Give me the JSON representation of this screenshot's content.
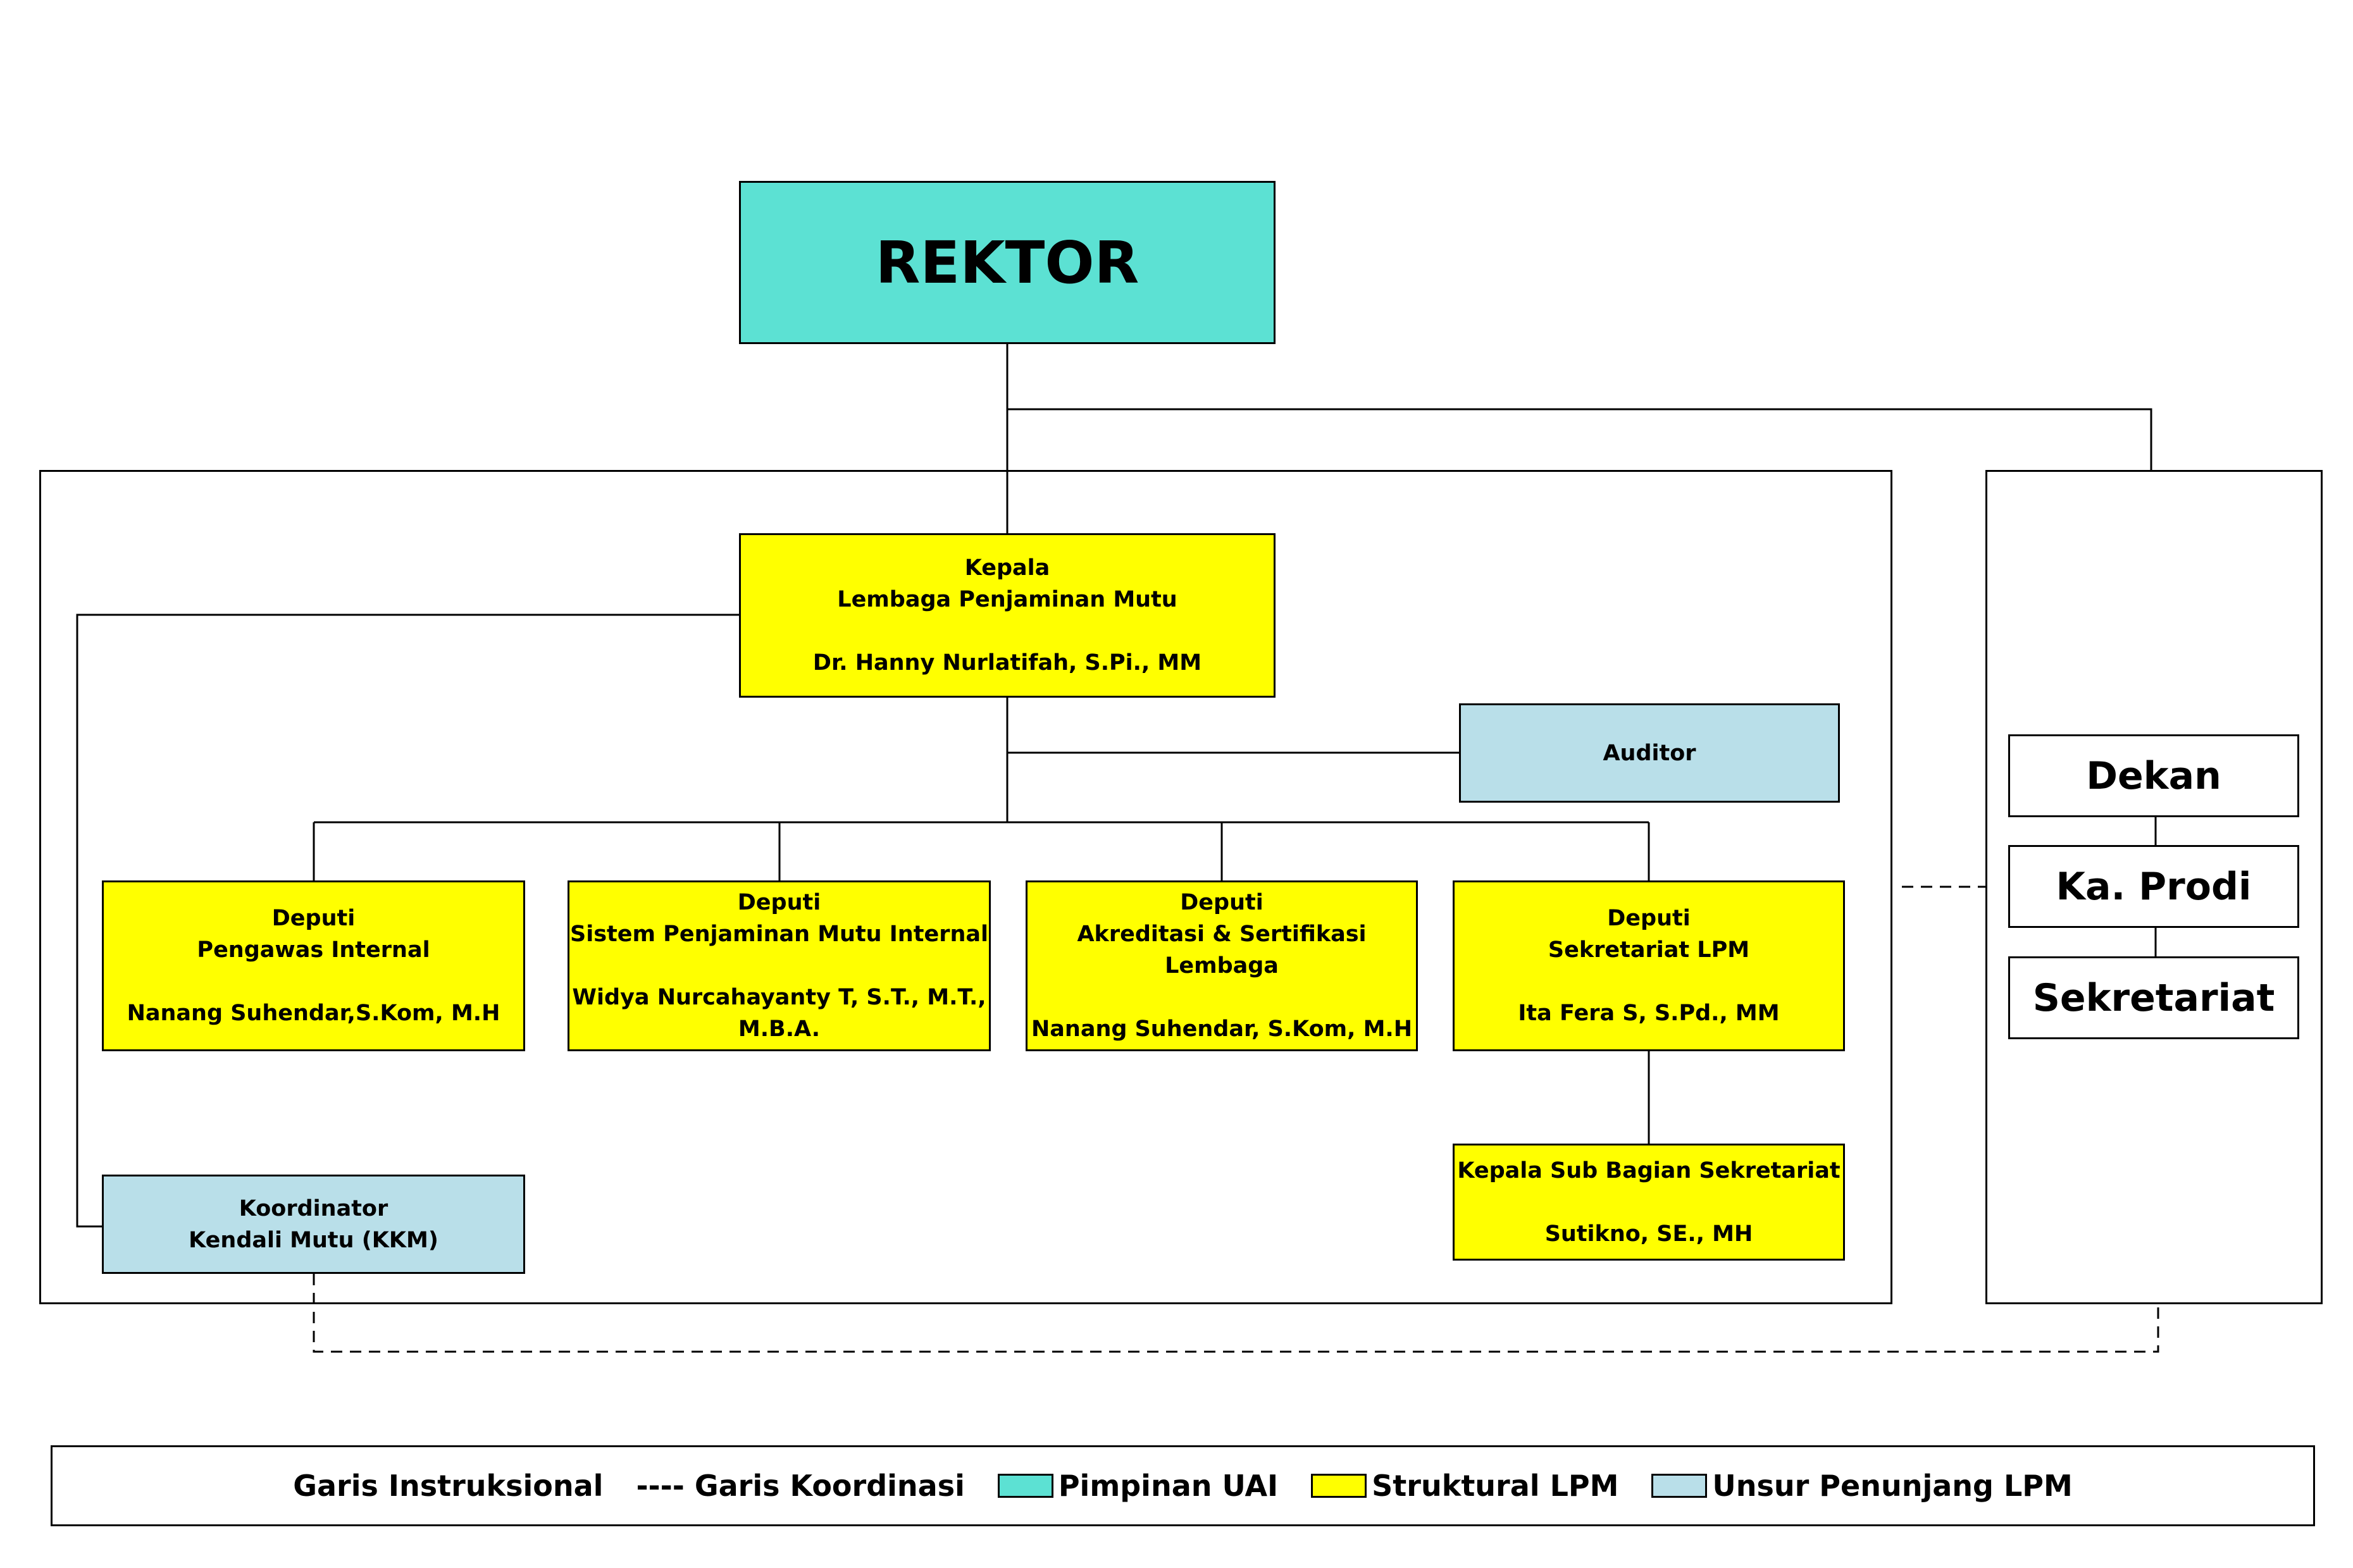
{
  "rektor": "REKTOR",
  "kepala": {
    "line1": "Kepala",
    "line2": "Lembaga Penjaminan Mutu",
    "name": "Dr. Hanny Nurlatifah, S.Pi., MM"
  },
  "auditor": "Auditor",
  "deputi": [
    {
      "title": "Deputi",
      "unit": "Pengawas Internal",
      "name": "Nanang Suhendar,S.Kom, M.H",
      "name2": ""
    },
    {
      "title": "Deputi",
      "unit": "Sistem Penjaminan Mutu Internal",
      "name": "Widya Nurcahayanty T, S.T., M.T.,",
      "name2": "M.B.A."
    },
    {
      "title": "Deputi",
      "unit": "Akreditasi & Sertifikasi Lembaga",
      "name": "Nanang Suhendar, S.Kom, M.H",
      "name2": ""
    },
    {
      "title": "Deputi",
      "unit": "Sekretariat LPM",
      "name": "Ita Fera S, S.Pd., MM",
      "name2": ""
    }
  ],
  "koordinator": {
    "line1": "Koordinator",
    "line2": "Kendali Mutu (KKM)"
  },
  "kasubag": {
    "title": "Kepala Sub Bagian Sekretariat",
    "name": "Sutikno, SE., MH"
  },
  "faculty": {
    "dekan": "Dekan",
    "kaprodi": "Ka. Prodi",
    "sekretariat": "Sekretariat"
  },
  "legend": {
    "instruksional": "Garis Instruksional",
    "koordinasi": "---- Garis Koordinasi",
    "pimpinan": "Pimpinan UAI",
    "struktural": "Struktural LPM",
    "penunjang": "Unsur Penunjang LPM"
  },
  "colors": {
    "pimpinan": "#5ce1d3",
    "struktural": "#ffff00",
    "penunjang": "#b9dfe9"
  }
}
